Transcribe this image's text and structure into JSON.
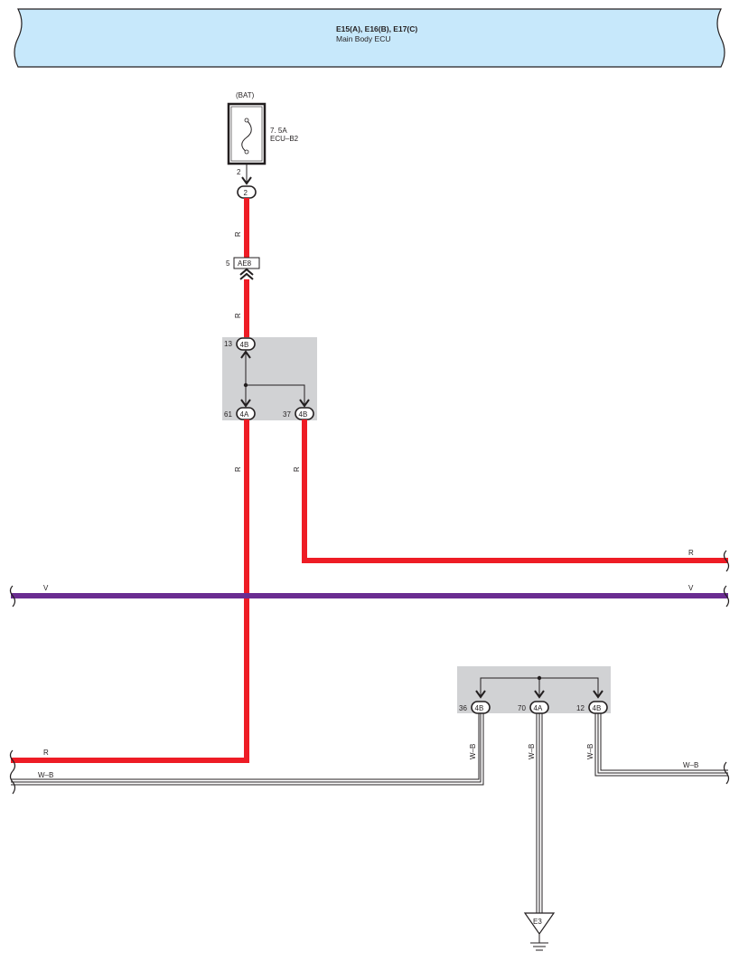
{
  "header": {
    "connectors": "E15(A), E16(B), E17(C)",
    "component": "Main Body ECU",
    "fill_color": "#c7e8fb"
  },
  "fuse": {
    "source": "(BAT)",
    "rating": "7. 5A",
    "name": "ECU–B2",
    "terminal": "2",
    "connector": "2"
  },
  "junction_connector": {
    "pin": "5",
    "name": "AE8"
  },
  "ecu_block_top": {
    "fill_color": "#d1d2d4",
    "input_pin": "13",
    "input_conn": "4B",
    "out1_pin": "61",
    "out1_conn": "4A",
    "out2_pin": "37",
    "out2_conn": "4B"
  },
  "ecu_block_bottom": {
    "fill_color": "#d1d2d4",
    "pin_a": "36",
    "conn_a": "4B",
    "pin_b": "70",
    "conn_b": "4A",
    "pin_c": "12",
    "conn_c": "4B"
  },
  "wire_labels": {
    "r_fuse": "R",
    "r_ae8": "R",
    "r_61": "R",
    "r_37": "R",
    "r_37_right": "R",
    "v_left": "V",
    "v_right": "V",
    "r_left": "R",
    "wb_left": "W–B",
    "wb_36": "W–B",
    "wb_70": "W–B",
    "wb_12": "W–B",
    "wb_right": "W–B"
  },
  "ground": {
    "name": "E3"
  },
  "colors": {
    "red_wire": "#ee1c25",
    "violet_wire": "#6a2c91"
  }
}
